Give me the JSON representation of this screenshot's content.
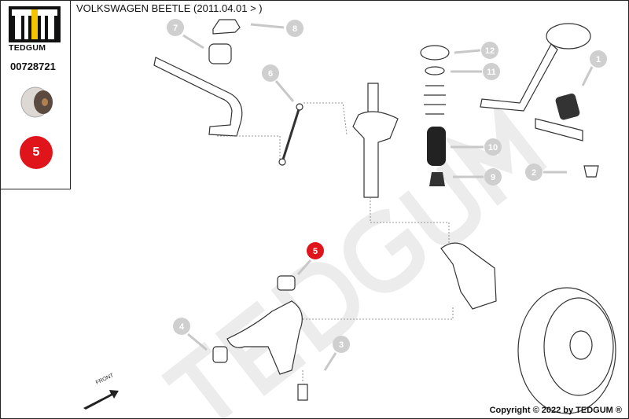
{
  "brand": {
    "name": "TEDGUM",
    "part_number": "00728721",
    "highlight_number": "5"
  },
  "title": "VOLKSWAGEN BEETLE  (2011.04.01 > )",
  "watermark": "TEDGUM",
  "callouts": [
    "1",
    "2",
    "3",
    "4",
    "5",
    "6",
    "7",
    "8",
    "9",
    "10",
    "11",
    "12"
  ],
  "front_label": "FRONT",
  "copyright": "Copyright © 2022 by TEDGUM ®",
  "colors": {
    "highlight": "#e0151b",
    "callout": "#cfcfcf",
    "logo_yellow": "#f5c400"
  }
}
